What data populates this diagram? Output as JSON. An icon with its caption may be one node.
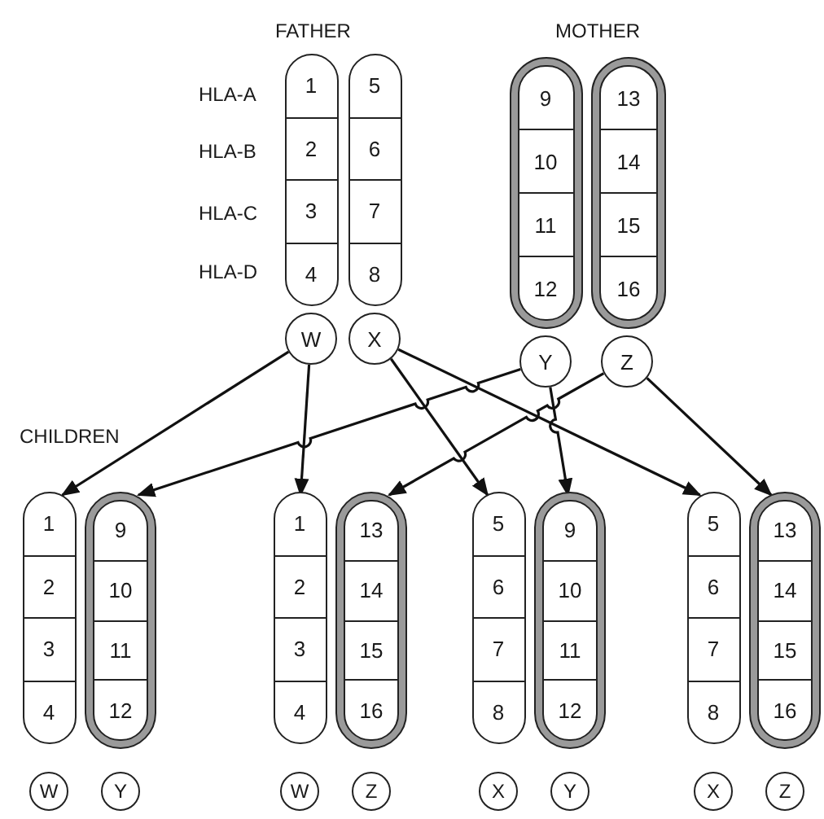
{
  "diagram": {
    "nodes": [
      {
        "text": [
          "1",
          "2",
          "3",
          "4"
        ]
      },
      {
        "text": [
          "5",
          "6",
          "7",
          "8"
        ]
      },
      {
        "text": [
          "9",
          "10",
          "11",
          "12"
        ]
      },
      {
        "text": [
          "13",
          "14",
          "15",
          "16"
        ]
      },
      {
        "text": [
          "W"
        ]
      },
      {
        "text": [
          "X"
        ]
      },
      {
        "text": [
          "Y"
        ]
      },
      {
        "text": [
          "Z"
        ]
      },
      {
        "text": [
          "1",
          "2",
          "3",
          "4"
        ]
      },
      {
        "text": [
          "9",
          "10",
          "11",
          "12"
        ]
      },
      {
        "text": [
          "1",
          "2",
          "3",
          "4"
        ]
      },
      {
        "text": [
          "13",
          "14",
          "15",
          "16"
        ]
      },
      {
        "text": [
          "5",
          "6",
          "7",
          "8"
        ]
      },
      {
        "text": [
          "9",
          "10",
          "11",
          "12"
        ]
      },
      {
        "text": [
          "5",
          "6",
          "7",
          "8"
        ]
      },
      {
        "text": [
          "13",
          "14",
          "15",
          "16"
        ]
      },
      {
        "text": [
          "W"
        ]
      },
      {
        "text": [
          "Y"
        ]
      },
      {
        "text": [
          "W"
        ]
      },
      {
        "text": [
          "Z"
        ]
      },
      {
        "text": [
          "X"
        ]
      },
      {
        "text": [
          "Y"
        ]
      },
      {
        "text": [
          "X"
        ]
      },
      {
        "text": [
          "Z"
        ]
      }
    ],
    "edges": [
      {
        "from": 4,
        "to": 8,
        "arrow": "to"
      },
      {
        "from": 4,
        "to": 10,
        "arrow": "to"
      },
      {
        "from": 5,
        "to": 12,
        "arrow": "to"
      },
      {
        "from": 5,
        "to": 14,
        "arrow": "to"
      },
      {
        "from": 6,
        "to": 9,
        "arrow": "to"
      },
      {
        "from": 6,
        "to": 13,
        "arrow": "to"
      },
      {
        "from": 7,
        "to": 11,
        "arrow": "to"
      },
      {
        "from": 7,
        "to": 15,
        "arrow": "to"
      }
    ],
    "labels": [
      "FATHER",
      "MOTHER",
      "HLA-A",
      "HLA-B",
      "HLA-C",
      "HLA-D",
      "CHILDREN"
    ]
  }
}
